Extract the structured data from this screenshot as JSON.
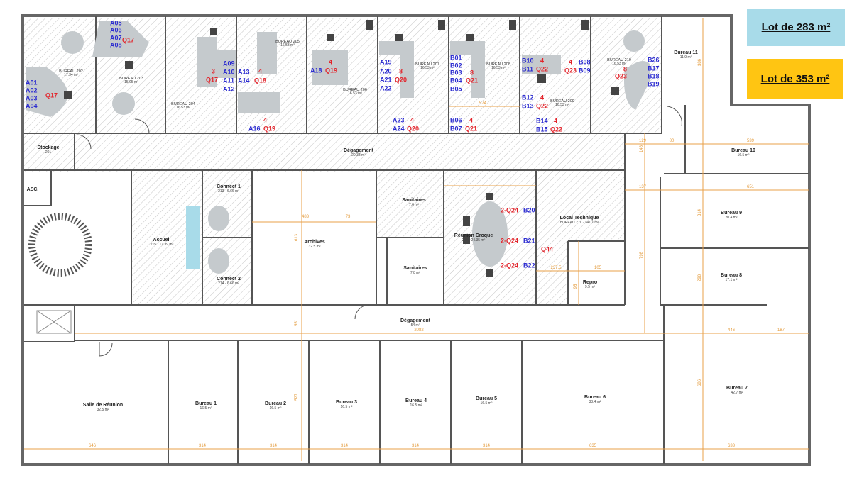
{
  "legend": [
    {
      "label": "Lot de 283 m²",
      "color": "#a8dbe9"
    },
    {
      "label": "Lot de 353 m²",
      "color": "#ffc512"
    }
  ],
  "rooms": [
    {
      "name": "BUREAU 202",
      "area": "17.34 m²"
    },
    {
      "name": "BUREAU 203",
      "area": "15.95 m²"
    },
    {
      "name": "BUREAU 204",
      "area": "16.53 m²"
    },
    {
      "name": "BUREAU 205",
      "area": "16.53 m²"
    },
    {
      "name": "BUREAU 206",
      "area": "16.53 m²"
    },
    {
      "name": "BUREAU 207",
      "area": "16.53 m²"
    },
    {
      "name": "BUREAU 208",
      "area": "16.53 m²"
    },
    {
      "name": "BUREAU 209",
      "area": "16.53 m²"
    },
    {
      "name": "BUREAU 210",
      "area": "16.53 m²"
    },
    {
      "name": "Bureau 11",
      "area": "11.9 m²"
    },
    {
      "name": "Stockage",
      "area": "201"
    },
    {
      "name": "Dégagement",
      "area": "20.38 m²"
    },
    {
      "name": "ASC.",
      "area": ""
    },
    {
      "name": "Connect 1",
      "area": "213 · 6.66 m²"
    },
    {
      "name": "Connect 2",
      "area": "214 · 6.66 m²"
    },
    {
      "name": "Accueil",
      "area": "215 · 17.39 m²"
    },
    {
      "name": "Archives",
      "area": "32.5 m²"
    },
    {
      "name": "Sanitaires",
      "area": "7.6 m²"
    },
    {
      "name": "Sanitaires",
      "area": "7.8 m²"
    },
    {
      "name": "Réunion Croque",
      "area": "212 · 24.35 m²"
    },
    {
      "name": "Local Technique",
      "area": "BUREAU 211 · 14.07 m²"
    },
    {
      "name": "Repro",
      "area": "9.5 m²"
    },
    {
      "name": "Dégagement",
      "area": "54 m²"
    },
    {
      "name": "Salle de Réunion",
      "area": "32.5 m²"
    },
    {
      "name": "Bureau 1",
      "area": "16.5 m²"
    },
    {
      "name": "Bureau 2",
      "area": "16.5 m²"
    },
    {
      "name": "Bureau 3",
      "area": "16.5 m²"
    },
    {
      "name": "Bureau 4",
      "area": "16.5 m²"
    },
    {
      "name": "Bureau 5",
      "area": "16.5 m²"
    },
    {
      "name": "Bureau 6",
      "area": "33.4 m²"
    },
    {
      "name": "Bureau 7",
      "area": "42.7 m²"
    },
    {
      "name": "Bureau 8",
      "area": "17.1 m²"
    },
    {
      "name": "Bureau 9",
      "area": "20.4 m²"
    },
    {
      "name": "Bureau 10",
      "area": "16.5 m²"
    }
  ],
  "seat_labels": [
    "A01",
    "A02",
    "A03",
    "A04",
    "Q17",
    "A05",
    "A06",
    "A07",
    "A08",
    "Q17",
    "A09",
    "A10",
    "A11",
    "A12",
    "3",
    "Q17",
    "A13",
    "A14",
    "4",
    "Q18",
    "A16",
    "4",
    "Q19",
    "A18",
    "4",
    "Q19",
    "A19",
    "A20",
    "A21",
    "A22",
    "8",
    "Q20",
    "A23",
    "A24",
    "4",
    "Q20",
    "B01",
    "B02",
    "B03",
    "B04",
    "B05",
    "8",
    "Q21",
    "B06",
    "B07",
    "4",
    "Q21",
    "B10",
    "B11",
    "4",
    "Q22",
    "4",
    "Q23",
    "B08",
    "B09",
    "B12",
    "B13",
    "4",
    "Q22",
    "B14",
    "B15",
    "4",
    "Q22",
    "B26",
    "B17",
    "B18",
    "B19",
    "8",
    "Q23",
    "2-Q24",
    "B20",
    "2-Q24",
    "B21",
    "2-Q24",
    "B22",
    "Q44"
  ],
  "dimensions": [
    "646",
    "314",
    "314",
    "314",
    "314",
    "314",
    "635",
    "633",
    "2082",
    "446",
    "187",
    "539",
    "651",
    "483",
    "73",
    "613",
    "551",
    "527",
    "686",
    "798",
    "314",
    "298",
    "386",
    "80",
    "129",
    "146",
    "137",
    "237.5",
    "105",
    "95",
    "574"
  ]
}
